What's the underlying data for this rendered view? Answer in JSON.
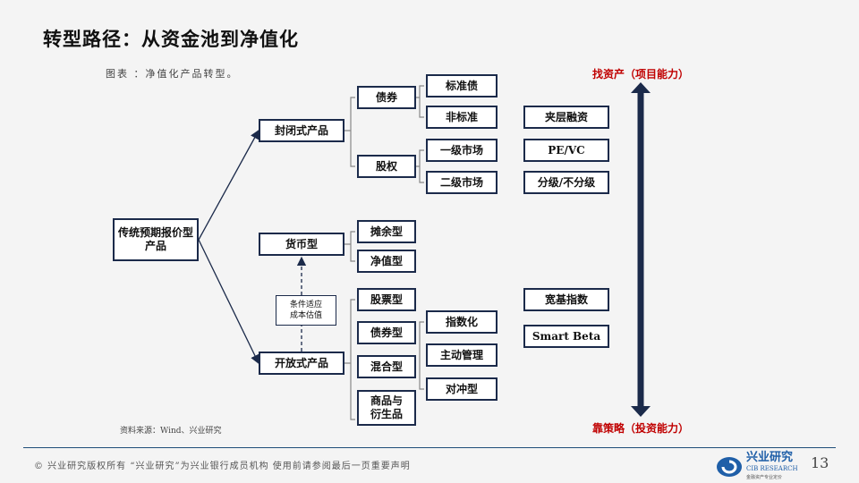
{
  "title": "转型路径：从资金池到净值化",
  "caption": "图表 ：净值化产品转型。",
  "root": "传统预期报价型产品",
  "level1": {
    "closed": "封闭式产品",
    "money": "货币型",
    "open": "开放式产品"
  },
  "condition": "条件适应\n成本估值",
  "closed_children": {
    "bond": "债券",
    "equity": "股权"
  },
  "money_children": {
    "amortized": "摊余型",
    "nav": "净值型"
  },
  "open_children": {
    "stock": "股票型",
    "bond": "债券型",
    "mixed": "混合型",
    "commodity": "商品与衍生品"
  },
  "bond_sub": {
    "standard": "标准债",
    "nonstandard": "非标准"
  },
  "equity_sub": {
    "primary": "一级市场",
    "secondary": "二级市场"
  },
  "strategy": {
    "index": "指数化",
    "active": "主动管理",
    "hedge": "对冲型"
  },
  "col4": {
    "mezz": "夹层融资",
    "pevc": "PE/VC",
    "tier": "分级/不分级",
    "broad": "宽基指数",
    "beta": "Smart Beta"
  },
  "axis": {
    "top": "找资产（项目能力）",
    "bottom": "靠策略（投资能力）"
  },
  "source": "资料来源：Wind、兴业研究",
  "footer": "©  兴业研究版权所有   “兴业研究”为兴业银行成员机构   使用前请参阅最后一页重要声明",
  "logo": {
    "cn": "兴业研究",
    "en": "CIB RESEARCH",
    "sub": "金融资产专业定价"
  },
  "page_number": "13",
  "colors": {
    "navy": "#1b2a4a",
    "red": "#c00000"
  }
}
